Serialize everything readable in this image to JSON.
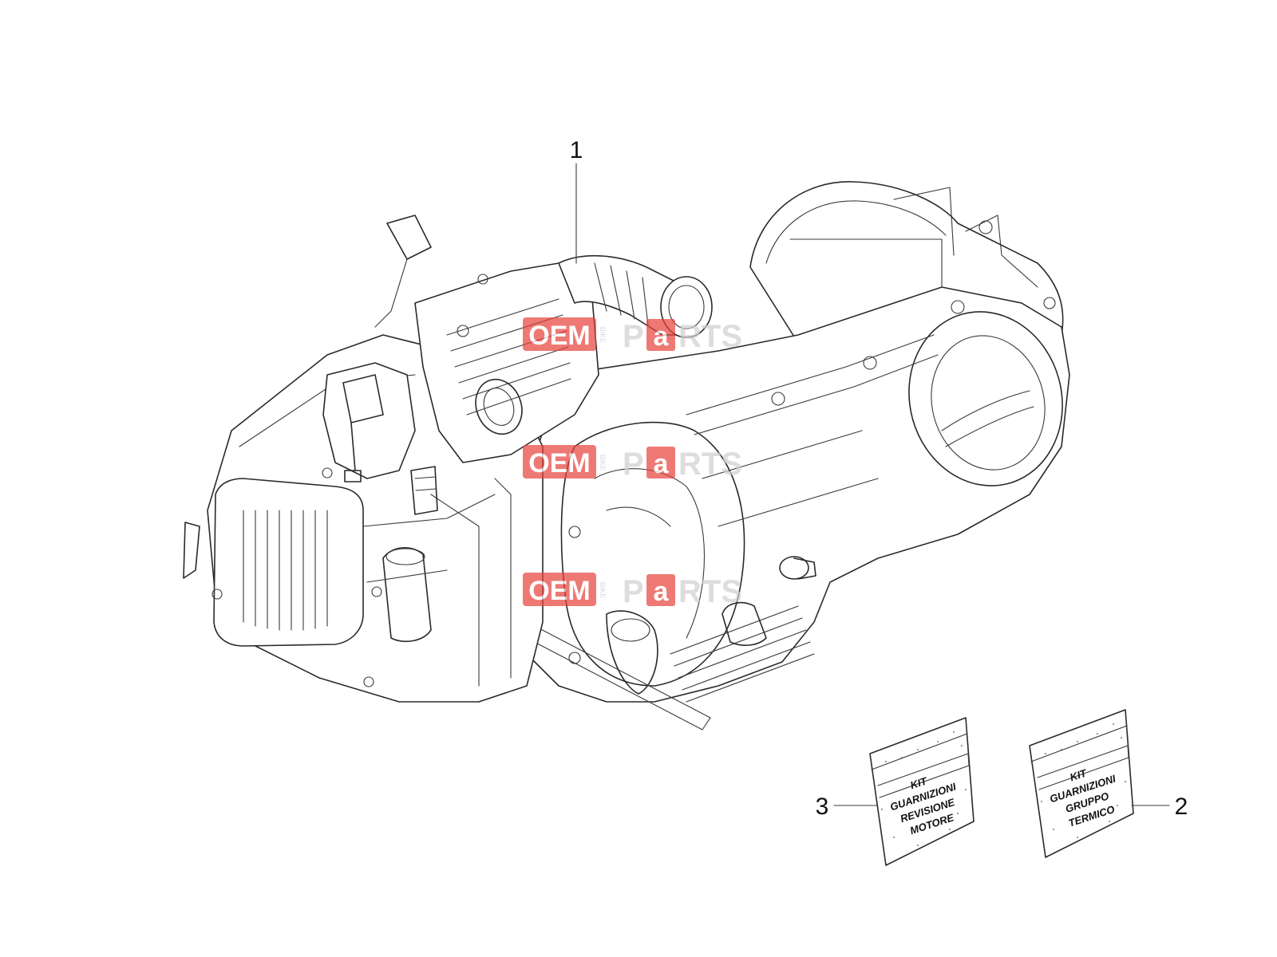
{
  "callouts": [
    {
      "id": "1",
      "label": "1"
    },
    {
      "id": "2",
      "label": "2"
    },
    {
      "id": "3",
      "label": "3"
    }
  ],
  "gasket_kits": {
    "kit3": {
      "lines": [
        "KIT",
        "GUARNIZIONI",
        "REVISIONE",
        "MOTORE"
      ]
    },
    "kit2": {
      "lines": [
        "KIT",
        "GUARNIZIONI",
        "GRUPPO",
        "TERMICO"
      ]
    }
  },
  "watermark": {
    "oem": "OEM",
    "bike": "BIKE",
    "parts": "P",
    "a": "a",
    "rts": "RTS",
    "accent_color": "#e8413a"
  },
  "colors": {
    "line": "#2a2a2a",
    "background": "#ffffff"
  }
}
